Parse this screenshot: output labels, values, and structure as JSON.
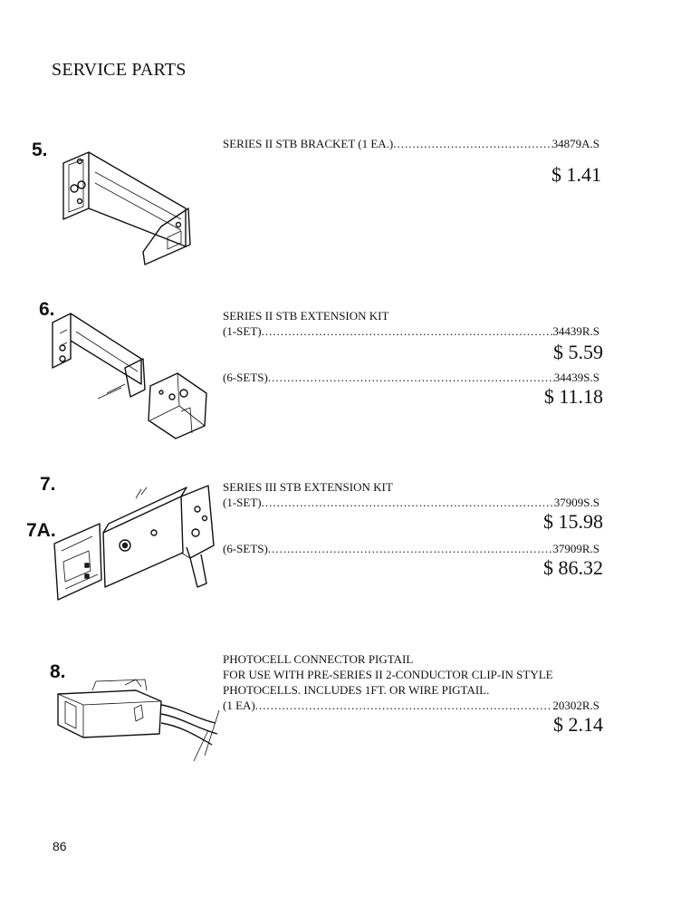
{
  "page_title": "SERVICE PARTS",
  "page_number": "86",
  "items": [
    {
      "number": "5.",
      "lines": [],
      "rows": [
        {
          "label": "SERIES II STB BRACKET (1 EA.)",
          "part": "34879A.S",
          "price": "$ 1.41"
        }
      ]
    },
    {
      "number": "6.",
      "lines": [
        "SERIES II STB EXTENSION KIT"
      ],
      "rows": [
        {
          "label": "(1-SET) ",
          "part": "34439R.S",
          "price": "$ 5.59"
        },
        {
          "label": "(6-SETS) ",
          "part": "34439S.S",
          "price": "$ 11.18"
        }
      ]
    },
    {
      "number": "7.",
      "number_alt": "7A.",
      "lines": [
        "SERIES III STB EXTENSION KIT"
      ],
      "rows": [
        {
          "label": "(1-SET) ",
          "part": " 37909S.S",
          "price": "$ 15.98"
        },
        {
          "label": "(6-SETS) ",
          "part": "37909R.S",
          "price": "$ 86.32"
        }
      ]
    },
    {
      "number": "8.",
      "lines": [
        "PHOTOCELL CONNECTOR PIGTAIL",
        "FOR USE WITH PRE-SERIES II 2-CONDUCTOR CLIP-IN STYLE",
        "PHOTOCELLS. INCLUDES 1FT. OR WIRE PIGTAIL."
      ],
      "rows": [
        {
          "label": " (1 EA) ",
          "part": "20302R.S",
          "price": "$ 2.14"
        }
      ]
    }
  ]
}
